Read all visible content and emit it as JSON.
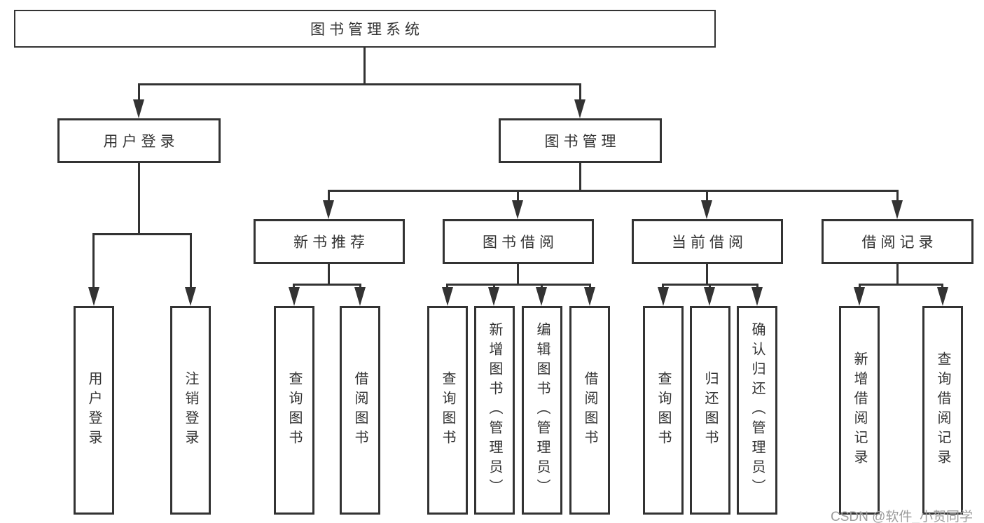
{
  "colors": {
    "line": "#333333",
    "text": "#333333",
    "background": "#ffffff",
    "watermark": "#9c9c9c"
  },
  "watermark": {
    "text": "CSDN @软件_小贺同学"
  },
  "tree": {
    "root": "图书管理系统",
    "user_login": {
      "label": "用户登录",
      "children": [
        "用户登录",
        "注销登录"
      ]
    },
    "book_management": {
      "label": "图书管理",
      "sections": [
        {
          "label": "新书推荐",
          "children": [
            "查询图书",
            "借阅图书"
          ]
        },
        {
          "label": "图书借阅",
          "children": [
            "查询图书",
            "新增图书（管理员）",
            "编辑图书（管理员）",
            "借阅图书"
          ]
        },
        {
          "label": "当前借阅",
          "children": [
            "查询图书",
            "归还图书",
            "确认归还（管理员）"
          ]
        },
        {
          "label": "借阅记录",
          "children": [
            "新增借阅记录",
            "查询借阅记录"
          ]
        }
      ]
    }
  }
}
